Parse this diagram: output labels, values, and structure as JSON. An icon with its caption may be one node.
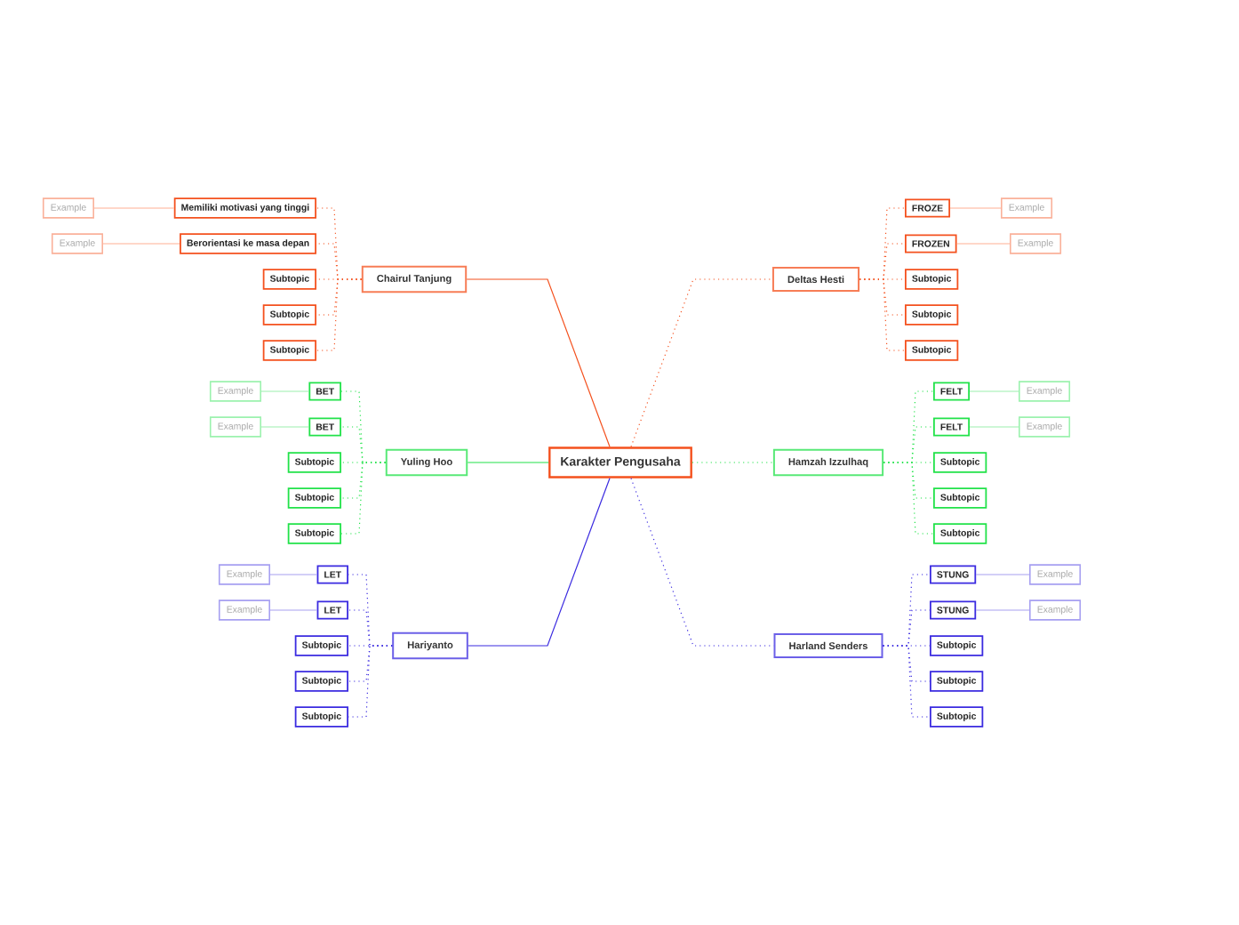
{
  "diagram": {
    "nodes": [
      {
        "text": [
          "Karakter Pengusaha"
        ]
      },
      {
        "text": [
          "Chairul Tanjung"
        ]
      },
      {
        "text": [
          "Memiliki motivasi yang tinggi"
        ]
      },
      {
        "text": [
          "Berorientasi ke masa depan"
        ]
      },
      {
        "text": [
          "Subtopic"
        ]
      },
      {
        "text": [
          "Subtopic"
        ]
      },
      {
        "text": [
          "Subtopic"
        ]
      },
      {
        "text": [
          "Example"
        ]
      },
      {
        "text": [
          "Example"
        ]
      },
      {
        "text": [
          "Deltas Hesti"
        ]
      },
      {
        "text": [
          "FROZE"
        ]
      },
      {
        "text": [
          "FROZEN"
        ]
      },
      {
        "text": [
          "Subtopic"
        ]
      },
      {
        "text": [
          "Subtopic"
        ]
      },
      {
        "text": [
          "Subtopic"
        ]
      },
      {
        "text": [
          "Example"
        ]
      },
      {
        "text": [
          "Example"
        ]
      },
      {
        "text": [
          "Yuling Hoo"
        ]
      },
      {
        "text": [
          "BET"
        ]
      },
      {
        "text": [
          "BET"
        ]
      },
      {
        "text": [
          "Subtopic"
        ]
      },
      {
        "text": [
          "Subtopic"
        ]
      },
      {
        "text": [
          "Subtopic"
        ]
      },
      {
        "text": [
          "Example"
        ]
      },
      {
        "text": [
          "Example"
        ]
      },
      {
        "text": [
          "Hamzah Izzulhaq"
        ]
      },
      {
        "text": [
          "FELT"
        ]
      },
      {
        "text": [
          "FELT"
        ]
      },
      {
        "text": [
          "Subtopic"
        ]
      },
      {
        "text": [
          "Subtopic"
        ]
      },
      {
        "text": [
          "Subtopic"
        ]
      },
      {
        "text": [
          "Example"
        ]
      },
      {
        "text": [
          "Example"
        ]
      },
      {
        "text": [
          "Hariyanto"
        ]
      },
      {
        "text": [
          "LET"
        ]
      },
      {
        "text": [
          "LET"
        ]
      },
      {
        "text": [
          "Subtopic"
        ]
      },
      {
        "text": [
          "Subtopic"
        ]
      },
      {
        "text": [
          "Subtopic"
        ]
      },
      {
        "text": [
          "Example"
        ]
      },
      {
        "text": [
          "Example"
        ]
      },
      {
        "text": [
          "Harland Senders"
        ]
      },
      {
        "text": [
          "STUNG"
        ]
      },
      {
        "text": [
          "STUNG"
        ]
      },
      {
        "text": [
          "Subtopic"
        ]
      },
      {
        "text": [
          "Subtopic"
        ]
      },
      {
        "text": [
          "Subtopic"
        ]
      },
      {
        "text": [
          "Example"
        ]
      },
      {
        "text": [
          "Example"
        ]
      }
    ],
    "edges": [
      {
        "from": 0,
        "to": 1,
        "arrow": "none",
        "color": "#f4511e"
      },
      {
        "from": 1,
        "to": 2,
        "arrow": "none",
        "style": "dashed",
        "color": "#f4511e"
      },
      {
        "from": 1,
        "to": 3,
        "arrow": "none",
        "style": "dashed",
        "color": "#f4511e"
      },
      {
        "from": 1,
        "to": 4,
        "arrow": "none",
        "style": "dashed",
        "color": "#f4511e"
      },
      {
        "from": 1,
        "to": 5,
        "arrow": "none",
        "style": "dashed",
        "color": "#f4511e"
      },
      {
        "from": 1,
        "to": 6,
        "arrow": "none",
        "style": "dashed",
        "color": "#f4511e"
      },
      {
        "from": 2,
        "to": 7,
        "arrow": "none",
        "color": "#ffb094"
      },
      {
        "from": 3,
        "to": 8,
        "arrow": "none",
        "color": "#ffb094"
      },
      {
        "from": 0,
        "to": 9,
        "arrow": "none",
        "style": "dashed",
        "color": "#f4511e"
      },
      {
        "from": 9,
        "to": 10,
        "arrow": "none",
        "style": "dashed",
        "color": "#f4511e"
      },
      {
        "from": 9,
        "to": 11,
        "arrow": "none",
        "style": "dashed",
        "color": "#f4511e"
      },
      {
        "from": 9,
        "to": 12,
        "arrow": "none",
        "style": "dashed",
        "color": "#f4511e"
      },
      {
        "from": 9,
        "to": 13,
        "arrow": "none",
        "style": "dashed",
        "color": "#f4511e"
      },
      {
        "from": 9,
        "to": 14,
        "arrow": "none",
        "style": "dashed",
        "color": "#f4511e"
      },
      {
        "from": 10,
        "to": 15,
        "arrow": "none",
        "color": "#ffb094"
      },
      {
        "from": 11,
        "to": 16,
        "arrow": "none",
        "color": "#ffb094"
      },
      {
        "from": 0,
        "to": 17,
        "arrow": "none",
        "color": "#22e24a"
      },
      {
        "from": 17,
        "to": 18,
        "arrow": "none",
        "style": "dashed",
        "color": "#22e24a"
      },
      {
        "from": 17,
        "to": 19,
        "arrow": "none",
        "style": "dashed",
        "color": "#22e24a"
      },
      {
        "from": 17,
        "to": 20,
        "arrow": "none",
        "style": "dashed",
        "color": "#22e24a"
      },
      {
        "from": 17,
        "to": 21,
        "arrow": "none",
        "style": "dashed",
        "color": "#22e24a"
      },
      {
        "from": 17,
        "to": 22,
        "arrow": "none",
        "style": "dashed",
        "color": "#22e24a"
      },
      {
        "from": 18,
        "to": 23,
        "arrow": "none",
        "color": "#9bf0ad"
      },
      {
        "from": 19,
        "to": 24,
        "arrow": "none",
        "color": "#9bf0ad"
      },
      {
        "from": 0,
        "to": 25,
        "arrow": "none",
        "style": "dashed",
        "color": "#22e24a"
      },
      {
        "from": 25,
        "to": 26,
        "arrow": "none",
        "style": "dashed",
        "color": "#22e24a"
      },
      {
        "from": 25,
        "to": 27,
        "arrow": "none",
        "style": "dashed",
        "color": "#22e24a"
      },
      {
        "from": 25,
        "to": 28,
        "arrow": "none",
        "style": "dashed",
        "color": "#22e24a"
      },
      {
        "from": 25,
        "to": 29,
        "arrow": "none",
        "style": "dashed",
        "color": "#22e24a"
      },
      {
        "from": 25,
        "to": 30,
        "arrow": "none",
        "style": "dashed",
        "color": "#22e24a"
      },
      {
        "from": 26,
        "to": 31,
        "arrow": "none",
        "color": "#9bf0ad"
      },
      {
        "from": 27,
        "to": 32,
        "arrow": "none",
        "color": "#9bf0ad"
      },
      {
        "from": 0,
        "to": 33,
        "arrow": "none",
        "color": "#3b2be0"
      },
      {
        "from": 33,
        "to": 34,
        "arrow": "none",
        "style": "dashed",
        "color": "#3b2be0"
      },
      {
        "from": 33,
        "to": 35,
        "arrow": "none",
        "style": "dashed",
        "color": "#3b2be0"
      },
      {
        "from": 33,
        "to": 36,
        "arrow": "none",
        "style": "dashed",
        "color": "#3b2be0"
      },
      {
        "from": 33,
        "to": 37,
        "arrow": "none",
        "style": "dashed",
        "color": "#3b2be0"
      },
      {
        "from": 33,
        "to": 38,
        "arrow": "none",
        "style": "dashed",
        "color": "#3b2be0"
      },
      {
        "from": 34,
        "to": 39,
        "arrow": "none",
        "color": "#a79ff0"
      },
      {
        "from": 35,
        "to": 40,
        "arrow": "none",
        "color": "#a79ff0"
      },
      {
        "from": 0,
        "to": 41,
        "arrow": "none",
        "style": "dashed",
        "color": "#3b2be0"
      },
      {
        "from": 41,
        "to": 42,
        "arrow": "none",
        "style": "dashed",
        "color": "#3b2be0"
      },
      {
        "from": 41,
        "to": 43,
        "arrow": "none",
        "style": "dashed",
        "color": "#3b2be0"
      },
      {
        "from": 41,
        "to": 44,
        "arrow": "none",
        "style": "dashed",
        "color": "#3b2be0"
      },
      {
        "from": 41,
        "to": 45,
        "arrow": "none",
        "style": "dashed",
        "color": "#3b2be0"
      },
      {
        "from": 41,
        "to": 46,
        "arrow": "none",
        "style": "dashed",
        "color": "#3b2be0"
      },
      {
        "from": 42,
        "to": 47,
        "arrow": "none",
        "color": "#a79ff0"
      },
      {
        "from": 43,
        "to": 48,
        "arrow": "none",
        "color": "#a79ff0"
      }
    ]
  }
}
